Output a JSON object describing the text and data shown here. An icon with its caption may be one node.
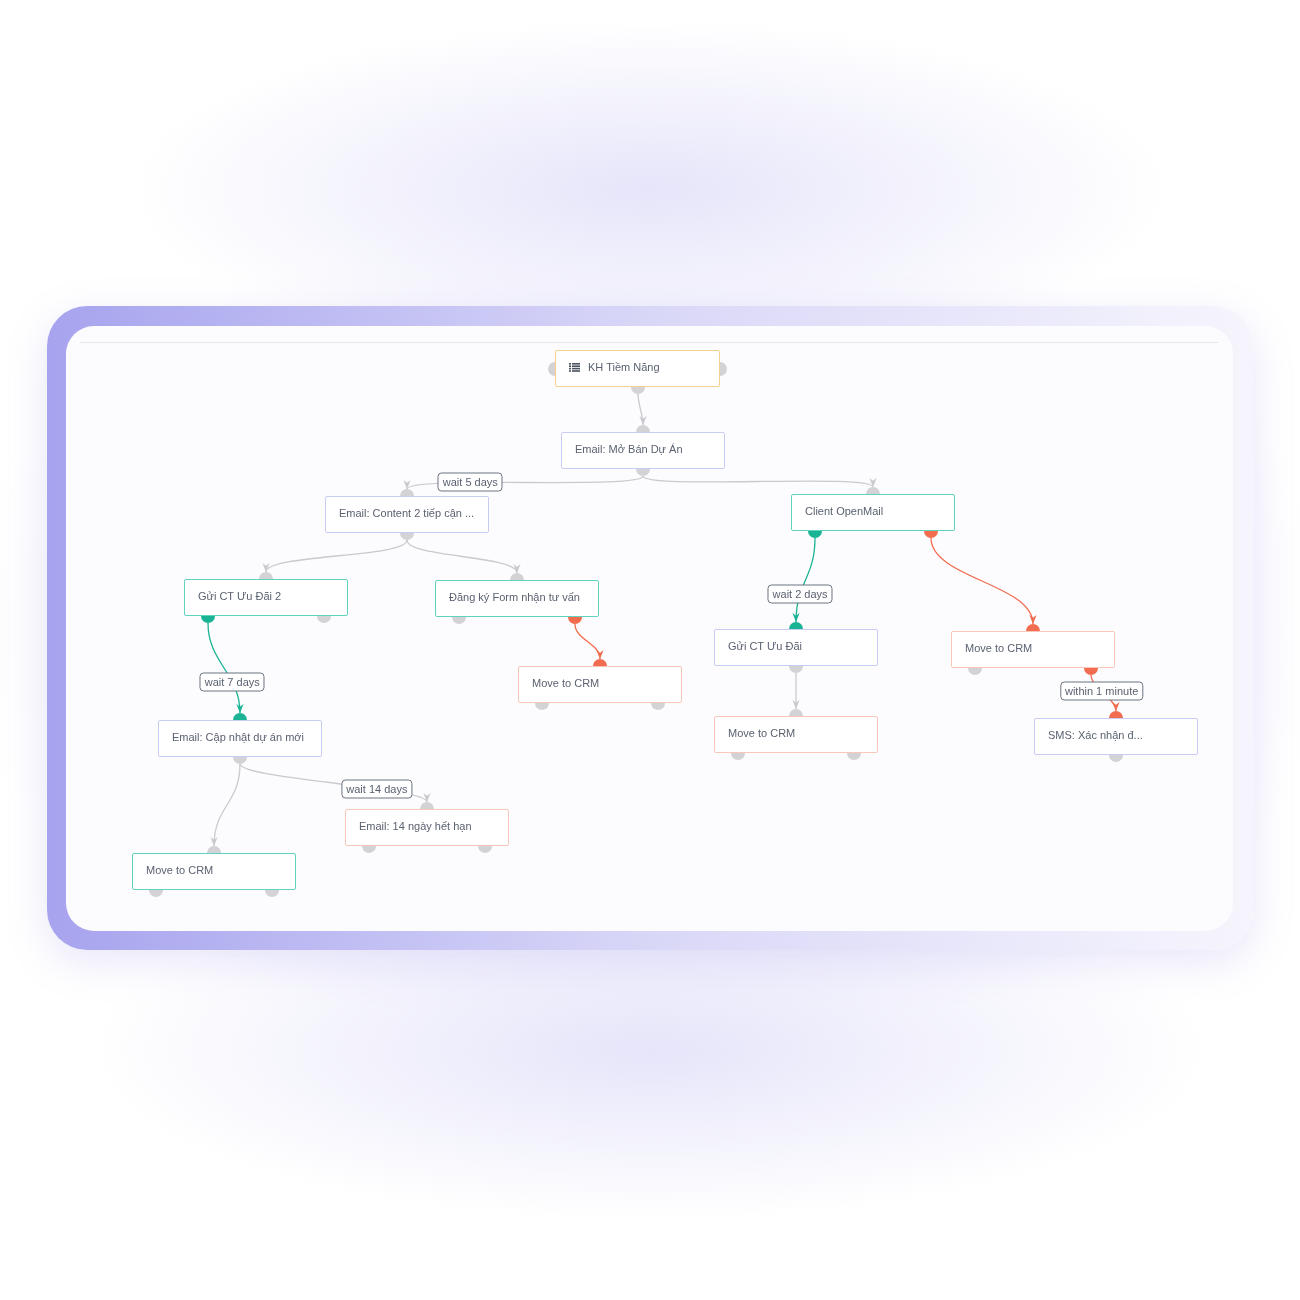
{
  "diagram": {
    "nodes": [
      {
        "text": [
          "KH Tiềm Năng"
        ]
      },
      {
        "text": [
          "Email: Mở Bán Dự Án"
        ]
      },
      {
        "text": [
          "Email: Content 2 tiếp cận ..."
        ]
      },
      {
        "text": [
          "Client OpenMail"
        ]
      },
      {
        "text": [
          "Gửi CT Ưu Đãi 2"
        ]
      },
      {
        "text": [
          "Đăng ký Form nhận tư vấn"
        ]
      },
      {
        "text": [
          "Gửi CT Ưu Đãi"
        ]
      },
      {
        "text": [
          "Move to CRM"
        ]
      },
      {
        "text": [
          "Move to CRM"
        ]
      },
      {
        "text": [
          "Email: Cập nhật dự án mới"
        ]
      },
      {
        "text": [
          "Move to CRM"
        ]
      },
      {
        "text": [
          "SMS: Xác nhận đ..."
        ]
      },
      {
        "text": [
          "Email: 14 ngày hết hạn"
        ]
      },
      {
        "text": [
          "Move to CRM"
        ]
      }
    ],
    "edges": [
      {
        "from": 0,
        "to": 1,
        "arrow": "to"
      },
      {
        "from": 1,
        "to": 2,
        "arrow": "to",
        "label": "wait 5 days"
      },
      {
        "from": 1,
        "to": 3,
        "arrow": "to"
      },
      {
        "from": 2,
        "to": 4,
        "arrow": "to"
      },
      {
        "from": 2,
        "to": 5,
        "arrow": "to"
      },
      {
        "from": 3,
        "to": 6,
        "arrow": "to",
        "label": "wait 2 days",
        "color": "#1ab394"
      },
      {
        "from": 3,
        "to": 7,
        "arrow": "to",
        "color": "#f26d50"
      },
      {
        "from": 4,
        "to": 9,
        "arrow": "to",
        "label": "wait 7 days",
        "color": "#1ab394"
      },
      {
        "from": 5,
        "to": 8,
        "arrow": "to",
        "color": "#f26d50"
      },
      {
        "from": 6,
        "to": 10,
        "arrow": "to"
      },
      {
        "from": 7,
        "to": 11,
        "arrow": "to",
        "label": "within 1 minute",
        "color": "#f26d50"
      },
      {
        "from": 9,
        "to": 13,
        "arrow": "to"
      },
      {
        "from": 9,
        "to": 12,
        "arrow": "to",
        "label": "wait 14 days"
      }
    ]
  }
}
